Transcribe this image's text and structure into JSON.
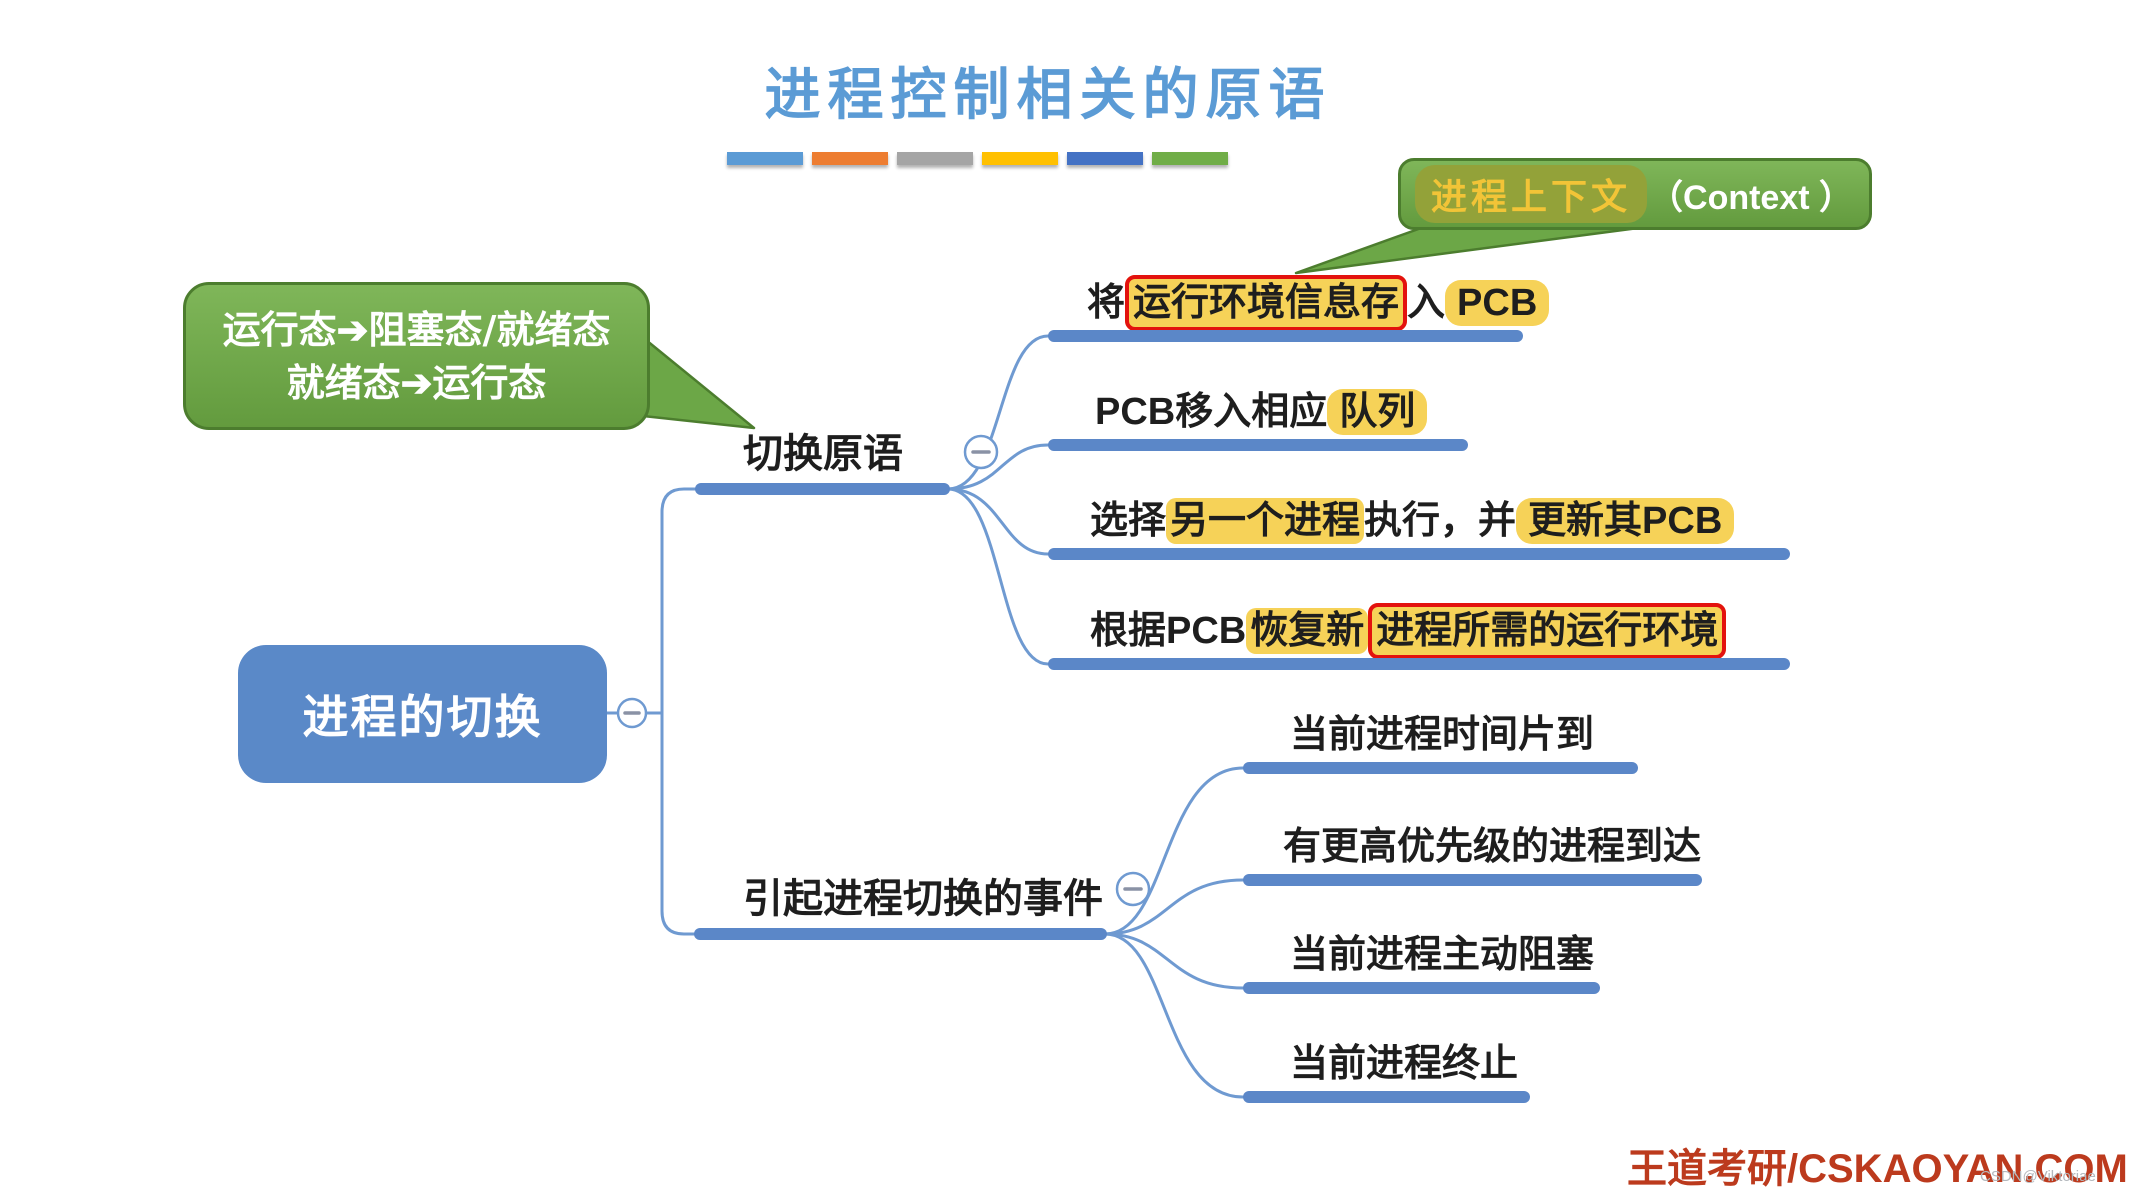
{
  "title": "进程控制相关的原语",
  "legend": {
    "colors": [
      "#5B9BD5",
      "#ED7D31",
      "#A5A5A5",
      "#FFC000",
      "#4472C4",
      "#70AD47"
    ]
  },
  "callout_context": {
    "highlighted": "进程上下文",
    "plain": "（Context ）"
  },
  "callout_transition": {
    "line1": "运行态➔阻塞态/就绪态",
    "line2": "就绪态➔运行态"
  },
  "root": "进程的切换",
  "branch1": {
    "label": "切换原语",
    "child1": {
      "seg1": "将",
      "seg2": "运行环境信息存",
      "seg3": "入",
      "seg4": "PCB"
    },
    "child2": {
      "seg1": "PCB移入相应",
      "seg2": "队列"
    },
    "child3": {
      "seg1": "选择",
      "seg2": "另一个进程",
      "seg3": "执行，并",
      "seg4": "更新其PCB"
    },
    "child4": {
      "seg1": "根据PCB",
      "seg2": "恢复新",
      "seg3": "进程所需的运行环境"
    }
  },
  "branch2": {
    "label": "引起进程切换的事件",
    "child1": "当前进程时间片到",
    "child2": "有更高优先级的进程到达",
    "child3": "当前进程主动阻塞",
    "child4": "当前进程终止"
  },
  "footer": {
    "brand": "王道考研/CSKAOYAN.COM",
    "watermark": "CSDN@Viktoriae"
  },
  "colors": {
    "line_blue": "#6F9AD1",
    "bar_blue": "#5B87C8",
    "root_blue": "#5A89C8",
    "title_blue": "#5B9BD5",
    "callout_green": "#6CA747",
    "callout_border_green": "#4C7D2E",
    "highlight_yellow": "#F5CD46",
    "box_red": "#E3120E",
    "brand_red": "#BC3A1D"
  }
}
